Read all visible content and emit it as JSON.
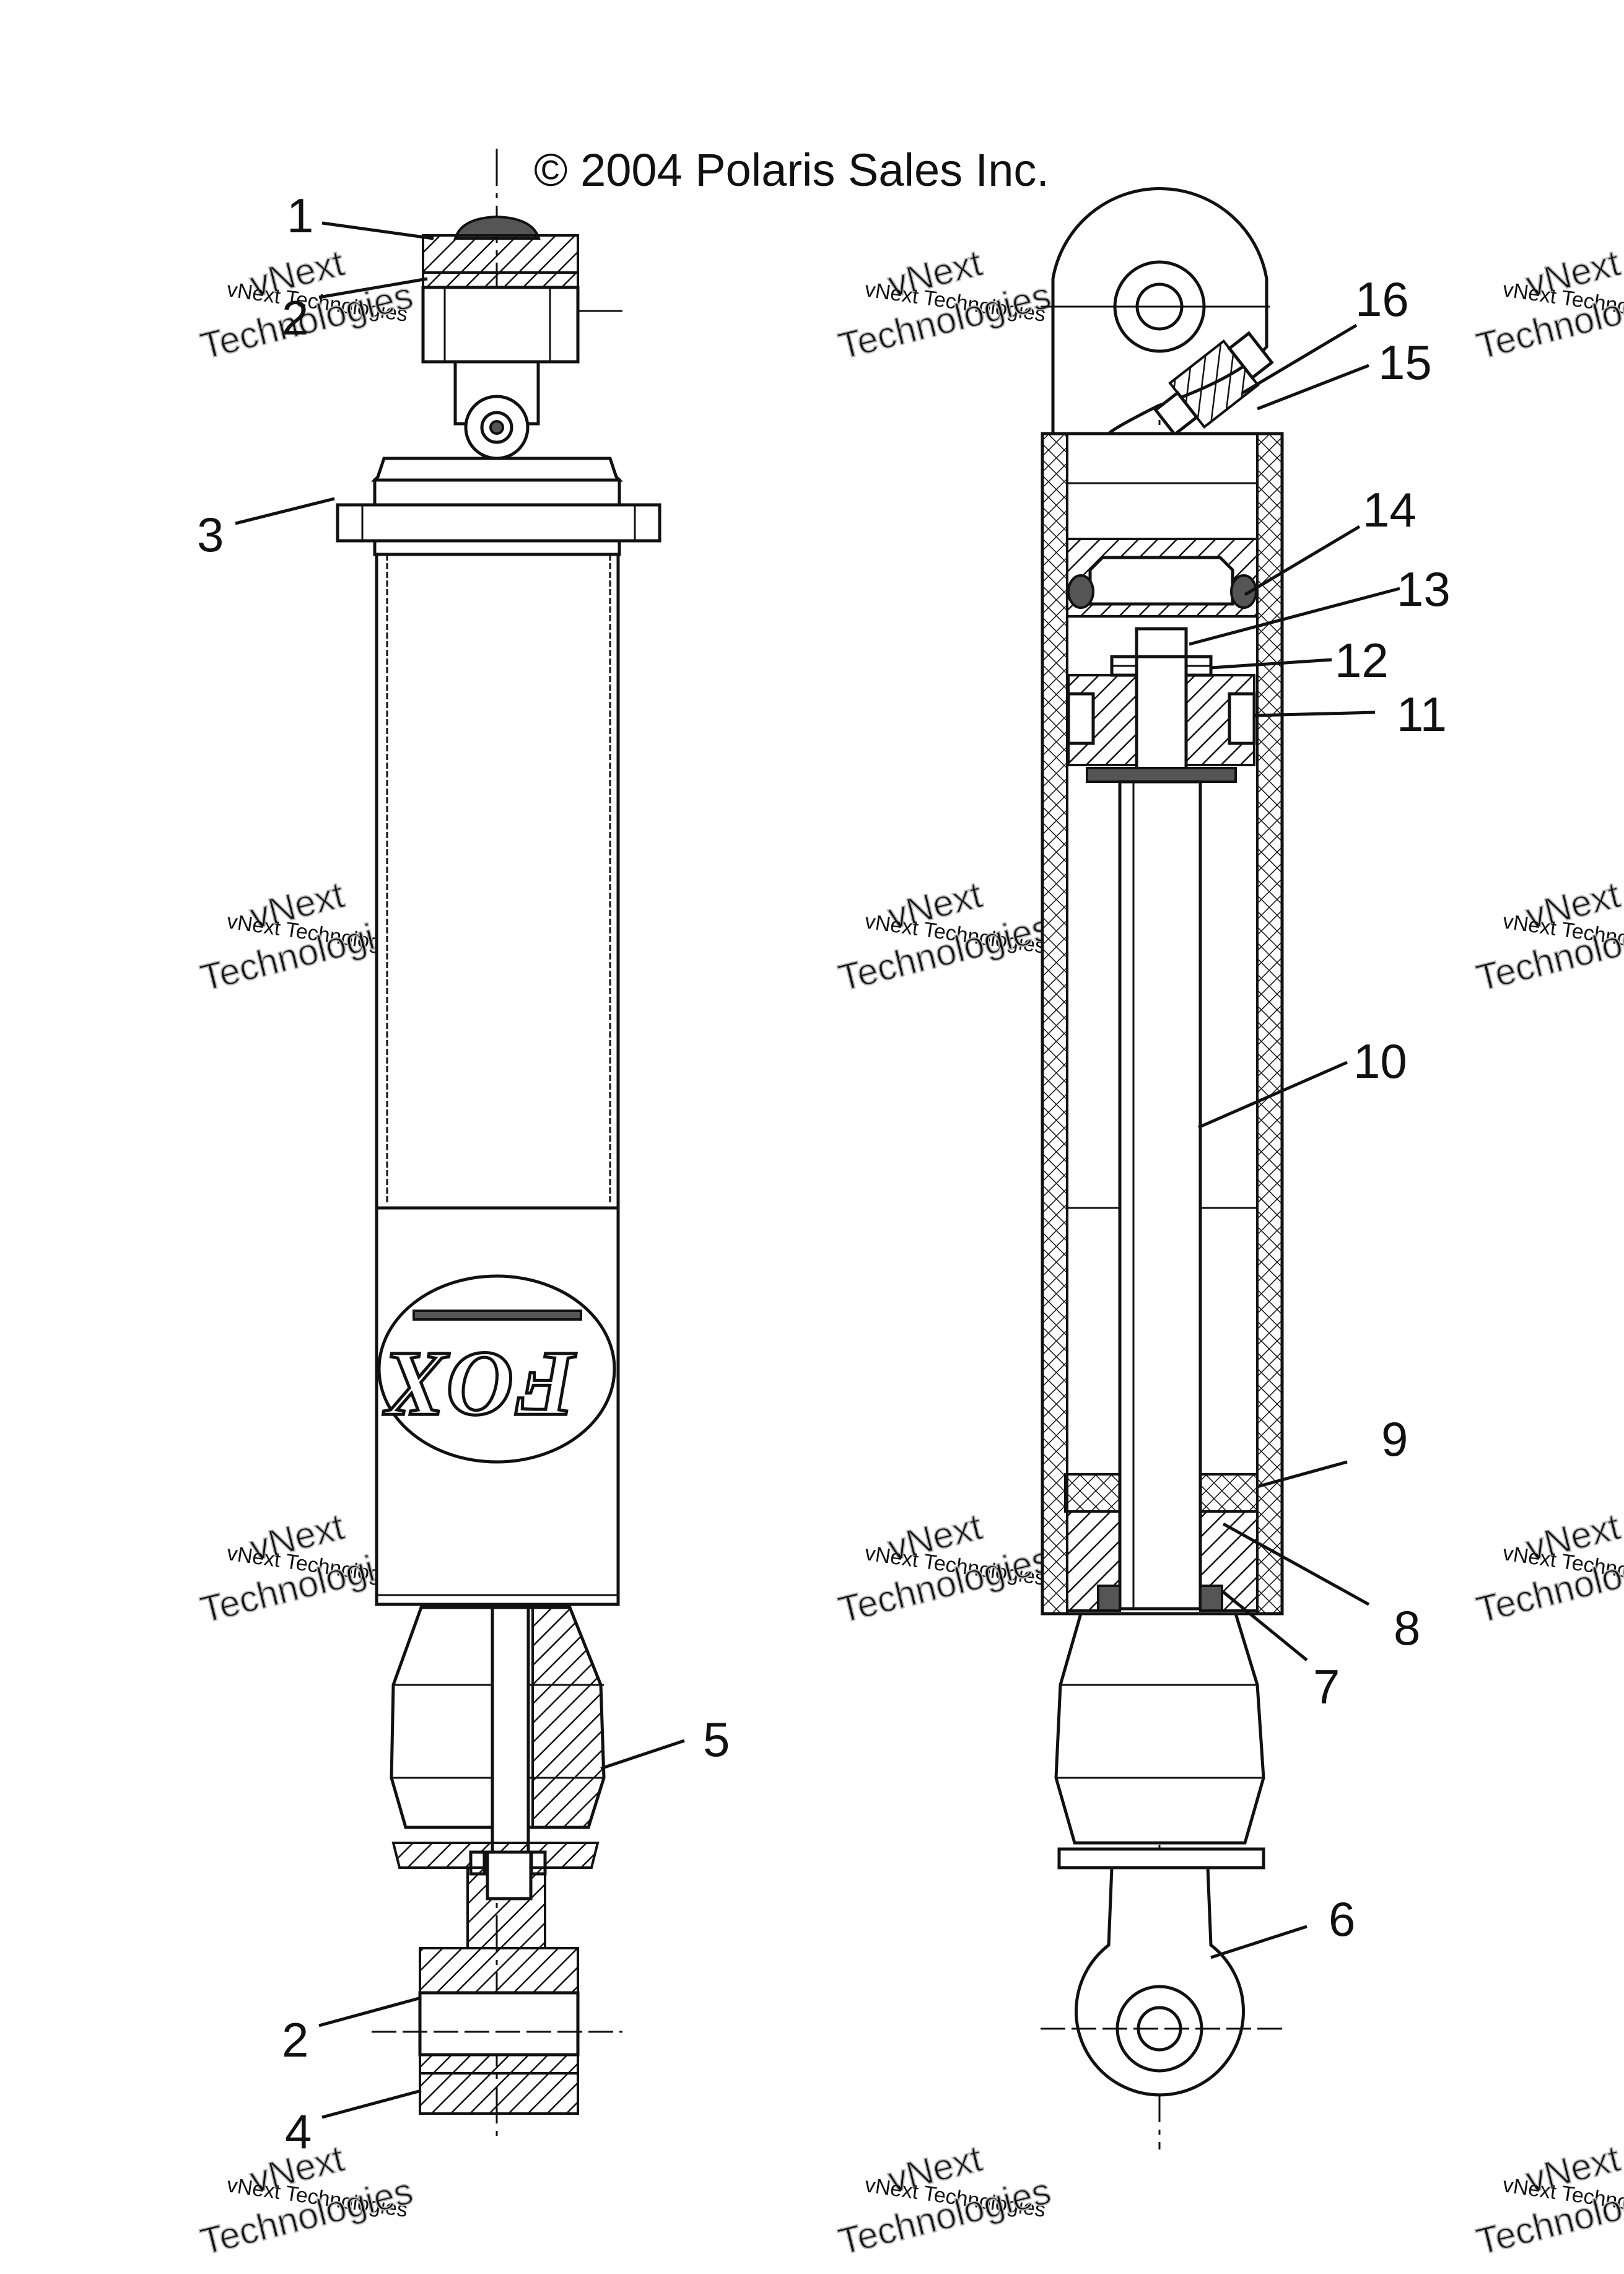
{
  "copyright": "© 2004 Polaris Sales Inc.",
  "watermark": {
    "line1": "vNext",
    "line2": "vNext Technologies",
    "line3": "Technologies"
  },
  "callouts": {
    "c1": "1",
    "c2a": "2",
    "c3": "3",
    "c5": "5",
    "c2b": "2",
    "c4": "4",
    "c16": "16",
    "c15": "15",
    "c14": "14",
    "c13": "13",
    "c12": "12",
    "c11": "11",
    "c10": "10",
    "c9": "9",
    "c8": "8",
    "c7": "7",
    "c6": "6"
  },
  "logo_text": "FOX",
  "colors": {
    "ink": "#111111",
    "paper": "#ffffff",
    "watermark": "#b8b8b8"
  }
}
